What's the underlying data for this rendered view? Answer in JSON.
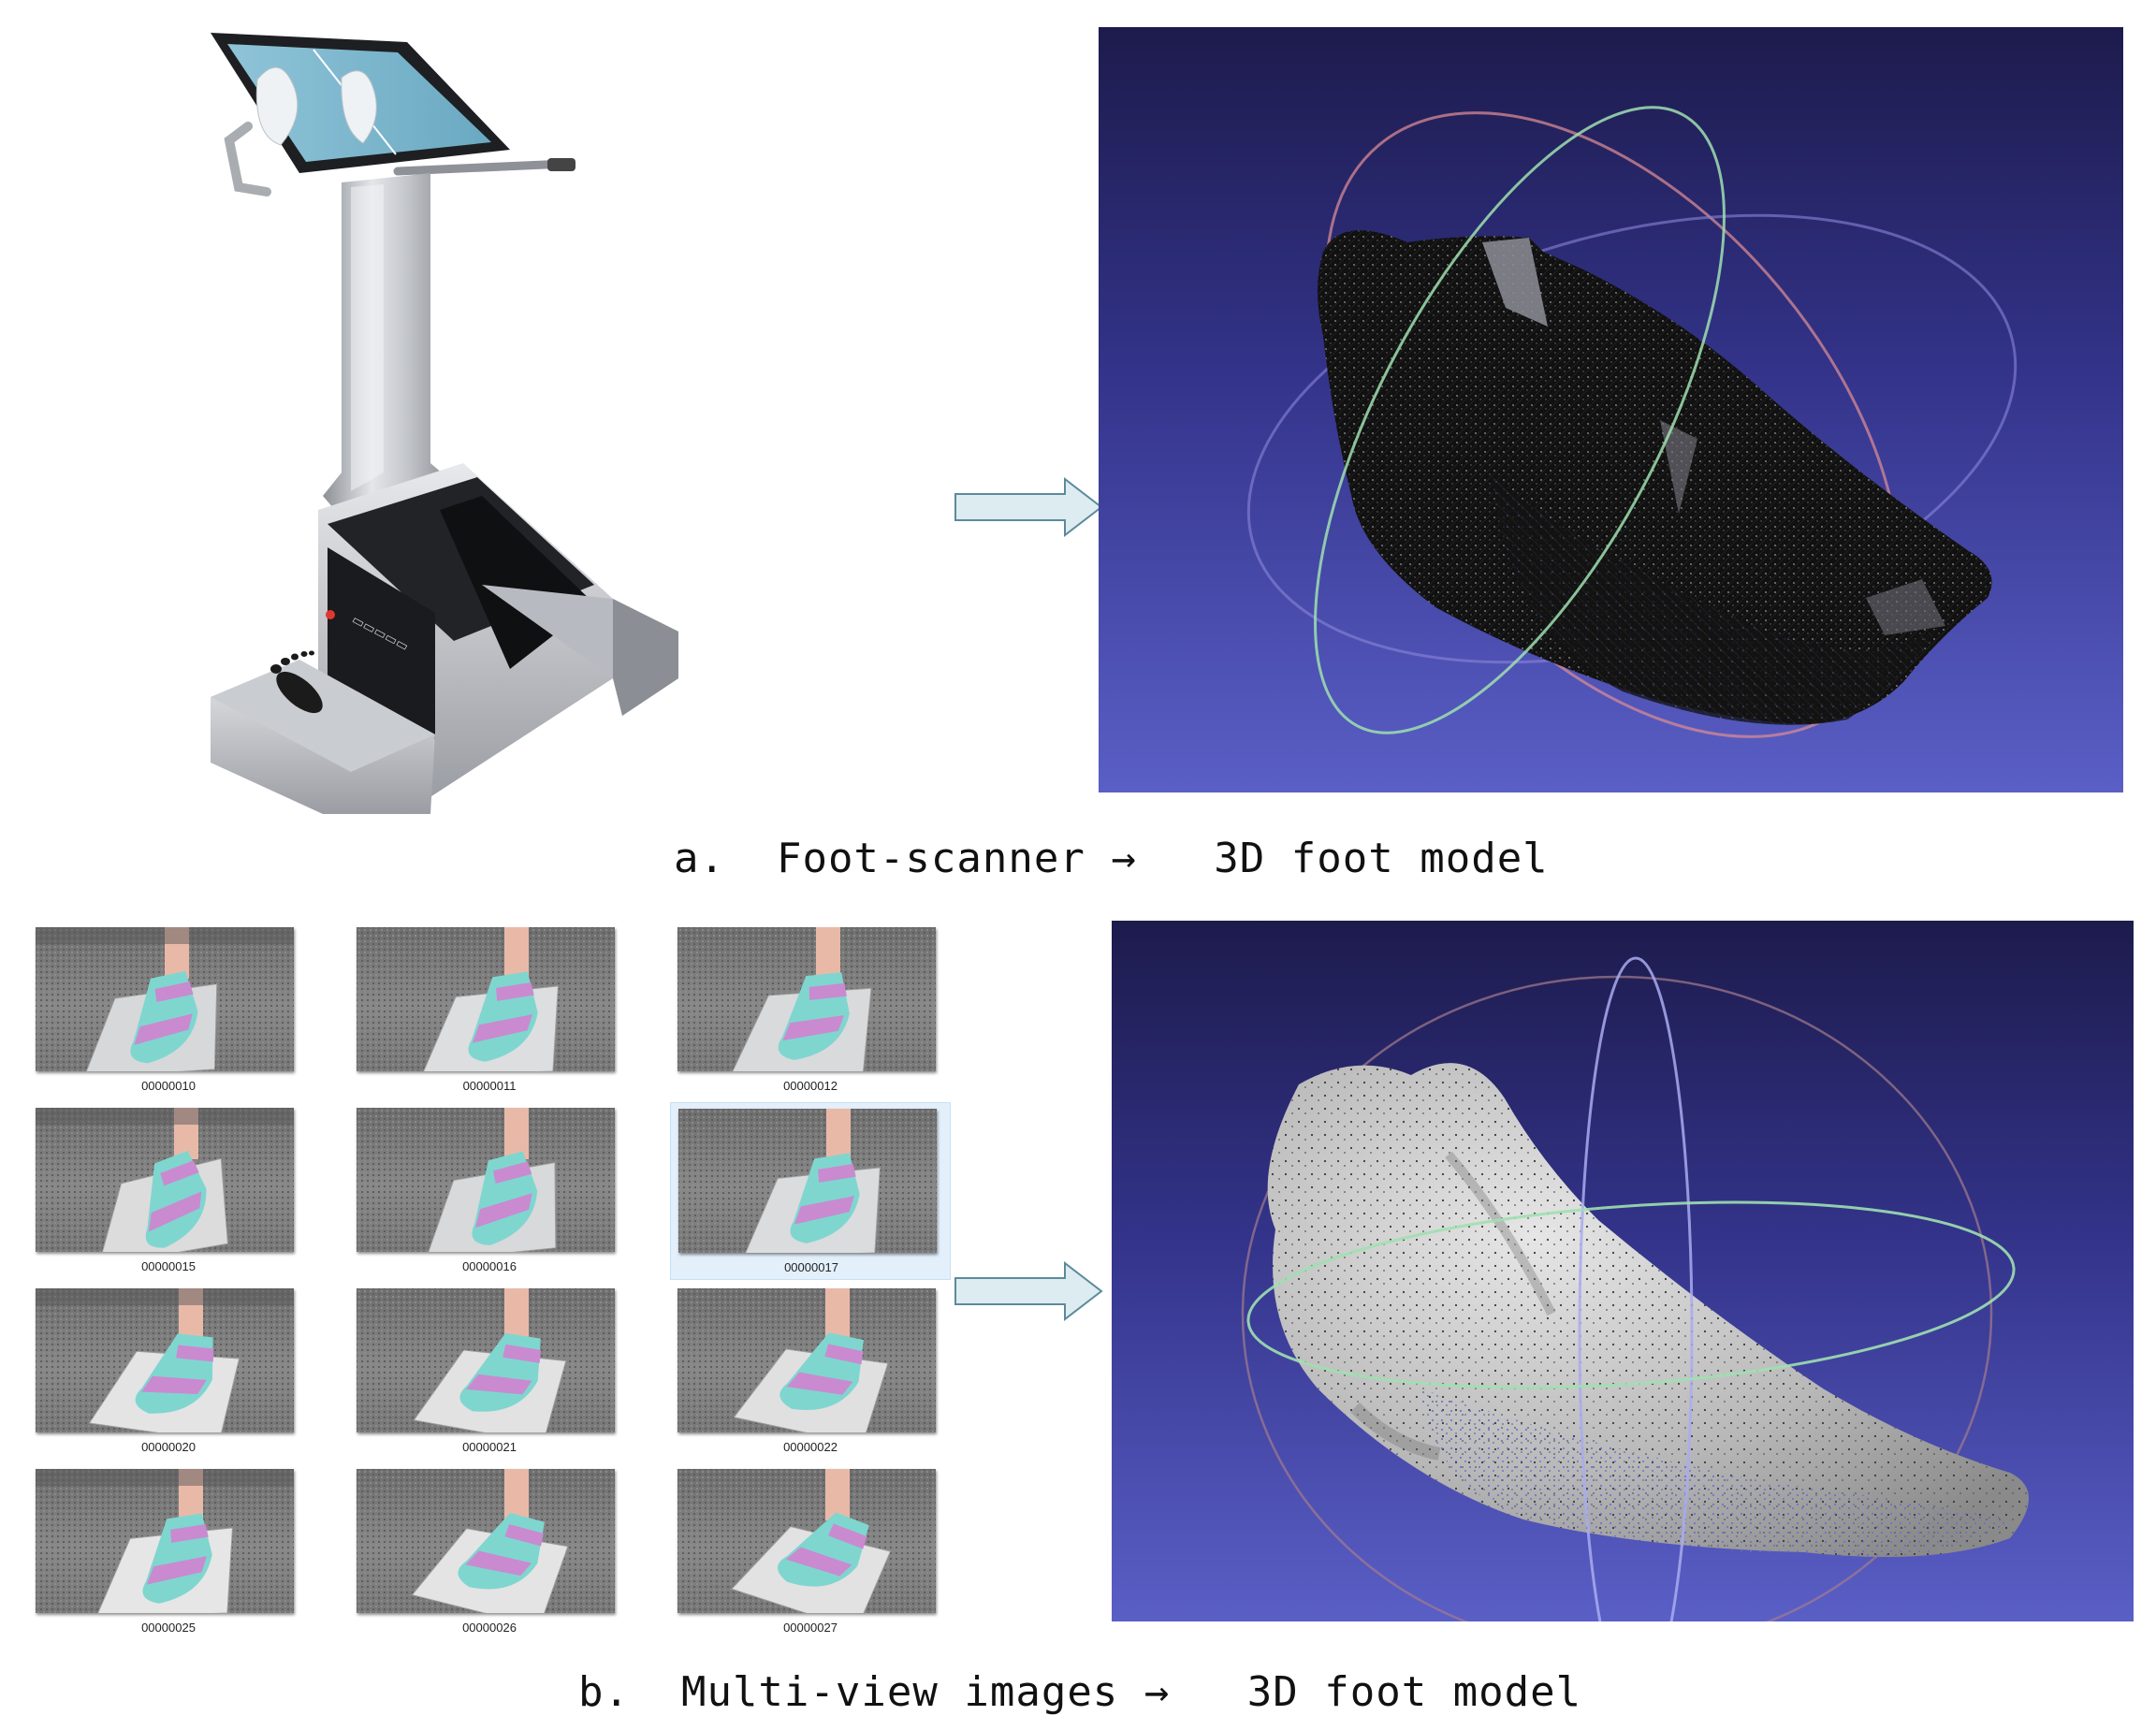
{
  "panel_a": {
    "caption": "a.  Foot-scanner →   3D foot model"
  },
  "panel_b": {
    "caption": "b.  Multi-view images →   3D foot model",
    "images": [
      {
        "label": "00000010",
        "selected": false
      },
      {
        "label": "00000011",
        "selected": false
      },
      {
        "label": "00000012",
        "selected": false
      },
      {
        "label": "00000015",
        "selected": false
      },
      {
        "label": "00000016",
        "selected": false
      },
      {
        "label": "00000017",
        "selected": true
      },
      {
        "label": "00000020",
        "selected": false
      },
      {
        "label": "00000021",
        "selected": false
      },
      {
        "label": "00000022",
        "selected": false
      },
      {
        "label": "00000025",
        "selected": false
      },
      {
        "label": "00000026",
        "selected": false
      },
      {
        "label": "00000027",
        "selected": false
      }
    ]
  },
  "colors": {
    "viewport_top": "#1d1b4c",
    "viewport_bottom": "#5a5fc6",
    "arrow_fill": "#dcecf0",
    "arrow_stroke": "#5d8a9a",
    "sock_cyan": "#7fd6cf",
    "sock_pink": "#c98ad0",
    "selection_bg": "#e3f0fb"
  },
  "icons": {
    "flow_arrow": "block-arrow-right",
    "gizmo": "trackball-rings"
  }
}
